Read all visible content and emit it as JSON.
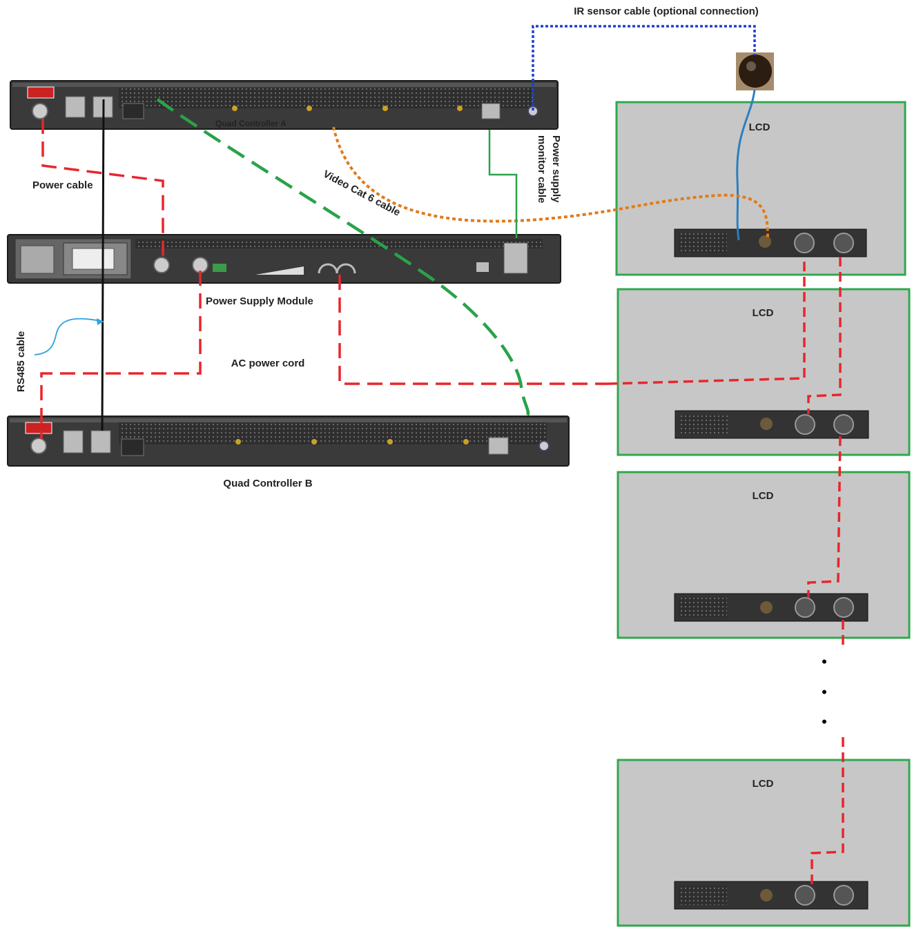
{
  "labels": {
    "ir_sensor_cable": "IR sensor cable (optional connection)",
    "power_cable": "Power cable",
    "video_cable": "Video Cat 6 cable",
    "ps_monitor_line1": "Power supply",
    "ps_monitor_line2": "monitor cable",
    "power_supply_module": "Power Supply Module",
    "ac_power_cord": "AC power cord",
    "rs485_cable": "RS485 cable",
    "controller_a": "Quad Controller A",
    "controller_b": "Quad Controller B",
    "lcd": "LCD",
    "ellipsis": "•"
  },
  "colors": {
    "power_cable": "#e8262c",
    "video_cable": "#e07b1a",
    "green_cable": "#2aa24a",
    "ir_cable": "#1f3fd1",
    "rs485_cable": "#29a3e0",
    "ir_sensor_wire": "#2a7fc1",
    "panel_border": "#2fa84f",
    "panel_fill": "#c7c7c7",
    "device_body": "#3a3a3a"
  },
  "panels": [
    {
      "id": "lcd-1",
      "label": "LCD"
    },
    {
      "id": "lcd-2",
      "label": "LCD"
    },
    {
      "id": "lcd-3",
      "label": "LCD"
    },
    {
      "id": "lcd-4",
      "label": "LCD"
    }
  ]
}
